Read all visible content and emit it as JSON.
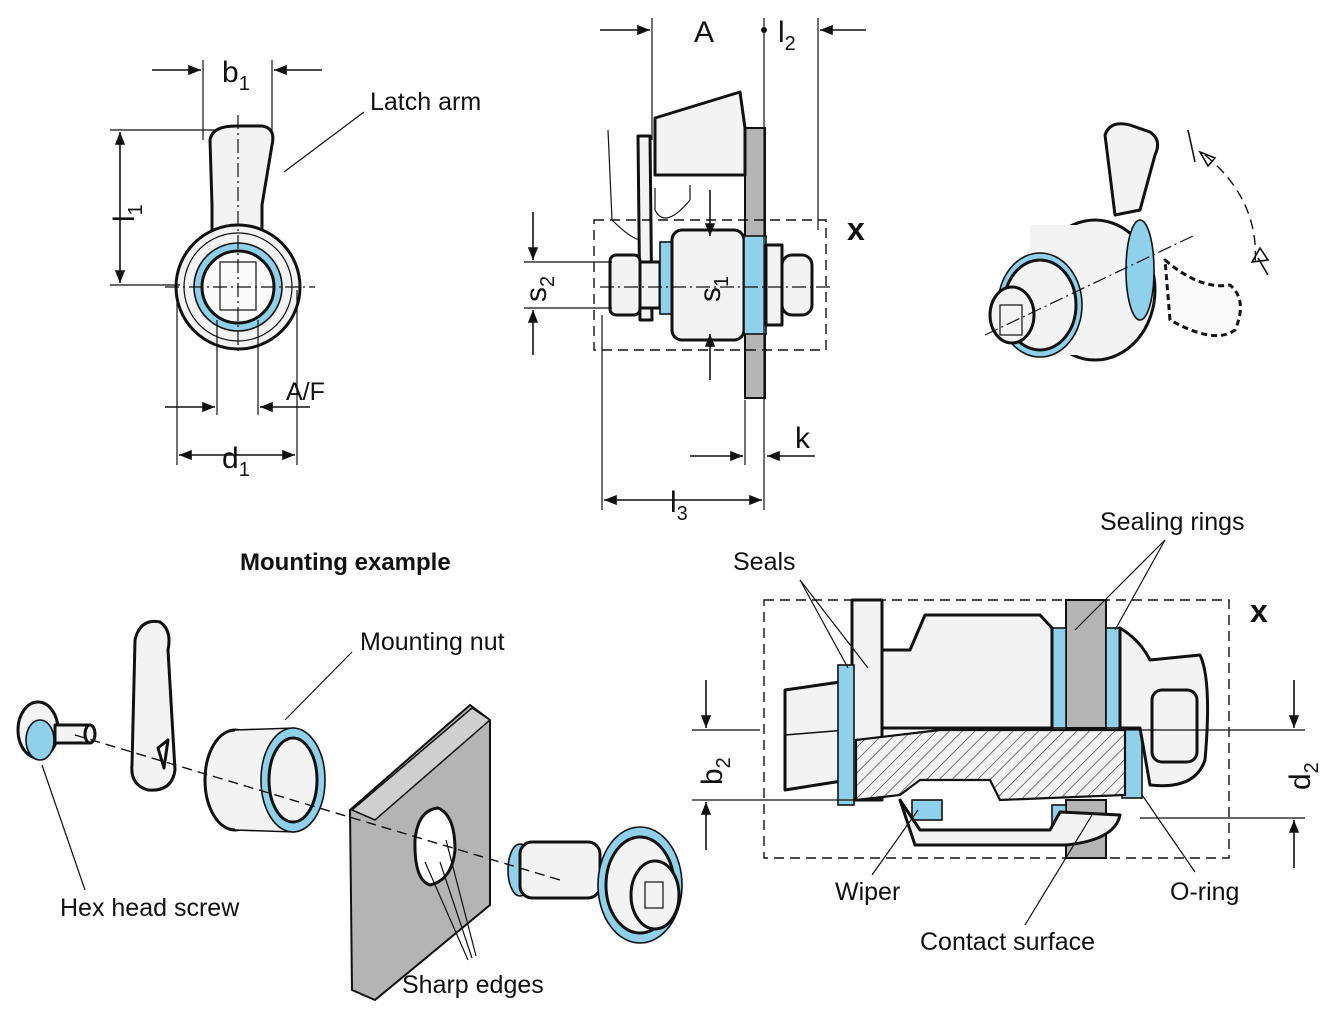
{
  "labels": {
    "latch_arm": "Latch arm",
    "mounting_example": "Mounting example",
    "mounting_nut": "Mounting nut",
    "hex_head_screw": "Hex head screw",
    "sharp_edges": "Sharp edges",
    "seals": "Seals",
    "sealing_rings": "Sealing rings",
    "wiper": "Wiper",
    "o_ring": "O-ring",
    "contact_surface": "Contact surface",
    "x_top": "x",
    "x_detail": "x",
    "af": "A/F",
    "a": "A",
    "k": "k"
  },
  "dimensions": {
    "b1": {
      "base": "b",
      "sub": "1"
    },
    "l1": {
      "base": "l",
      "sub": "1"
    },
    "d1": {
      "base": "d",
      "sub": "1"
    },
    "l2": {
      "base": "l",
      "sub": "2"
    },
    "l3": {
      "base": "l",
      "sub": "3"
    },
    "s1": {
      "base": "s",
      "sub": "1"
    },
    "s2": {
      "base": "s",
      "sub": "2"
    },
    "b2": {
      "base": "b",
      "sub": "2"
    },
    "d2": {
      "base": "d",
      "sub": "2"
    }
  },
  "colors": {
    "seal_blue": "#8fd1ea",
    "panel_grey": "#b4b4b4",
    "outline": "#111111"
  }
}
